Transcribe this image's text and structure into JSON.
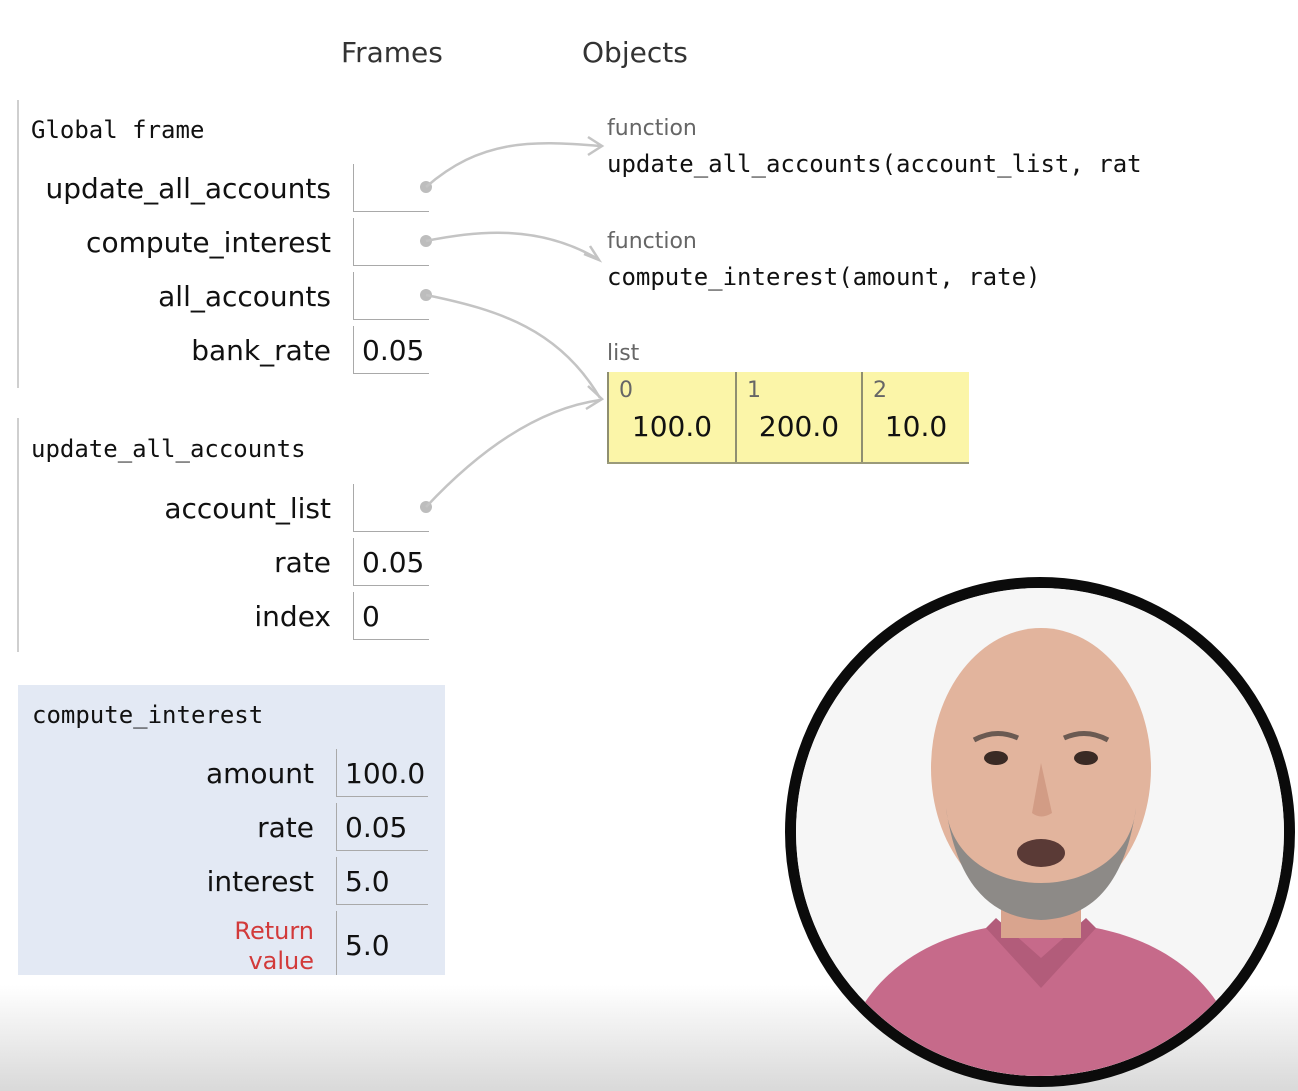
{
  "headers": {
    "frames": "Frames",
    "objects": "Objects"
  },
  "global_frame": {
    "title": "Global frame",
    "vars": [
      {
        "name": "update_all_accounts",
        "value": ""
      },
      {
        "name": "compute_interest",
        "value": ""
      },
      {
        "name": "all_accounts",
        "value": ""
      },
      {
        "name": "bank_rate",
        "value": "0.05"
      }
    ]
  },
  "update_frame": {
    "title": "update_all_accounts",
    "vars": [
      {
        "name": "account_list",
        "value": ""
      },
      {
        "name": "rate",
        "value": "0.05"
      },
      {
        "name": "index",
        "value": "0"
      }
    ]
  },
  "compute_frame": {
    "title": "compute_interest",
    "vars": [
      {
        "name": "amount",
        "value": "100.0"
      },
      {
        "name": "rate",
        "value": "0.05"
      },
      {
        "name": "interest",
        "value": "5.0"
      }
    ],
    "return_label_1": "Return",
    "return_label_2": "value",
    "return_value": "5.0"
  },
  "objects": {
    "func1": {
      "type": "function",
      "signature": "update_all_accounts(account_list, rat"
    },
    "func2": {
      "type": "function",
      "signature": "compute_interest(amount, rate)"
    },
    "list": {
      "type": "list",
      "items": [
        {
          "index": "0",
          "value": "100.0"
        },
        {
          "index": "1",
          "value": "200.0"
        },
        {
          "index": "2",
          "value": "10.0"
        }
      ]
    }
  },
  "colors": {
    "list_bg": "#fbf5a8",
    "active_frame_bg": "#e3e9f4",
    "return_label": "#d23a3a",
    "arrow": "#bdbdbd"
  }
}
